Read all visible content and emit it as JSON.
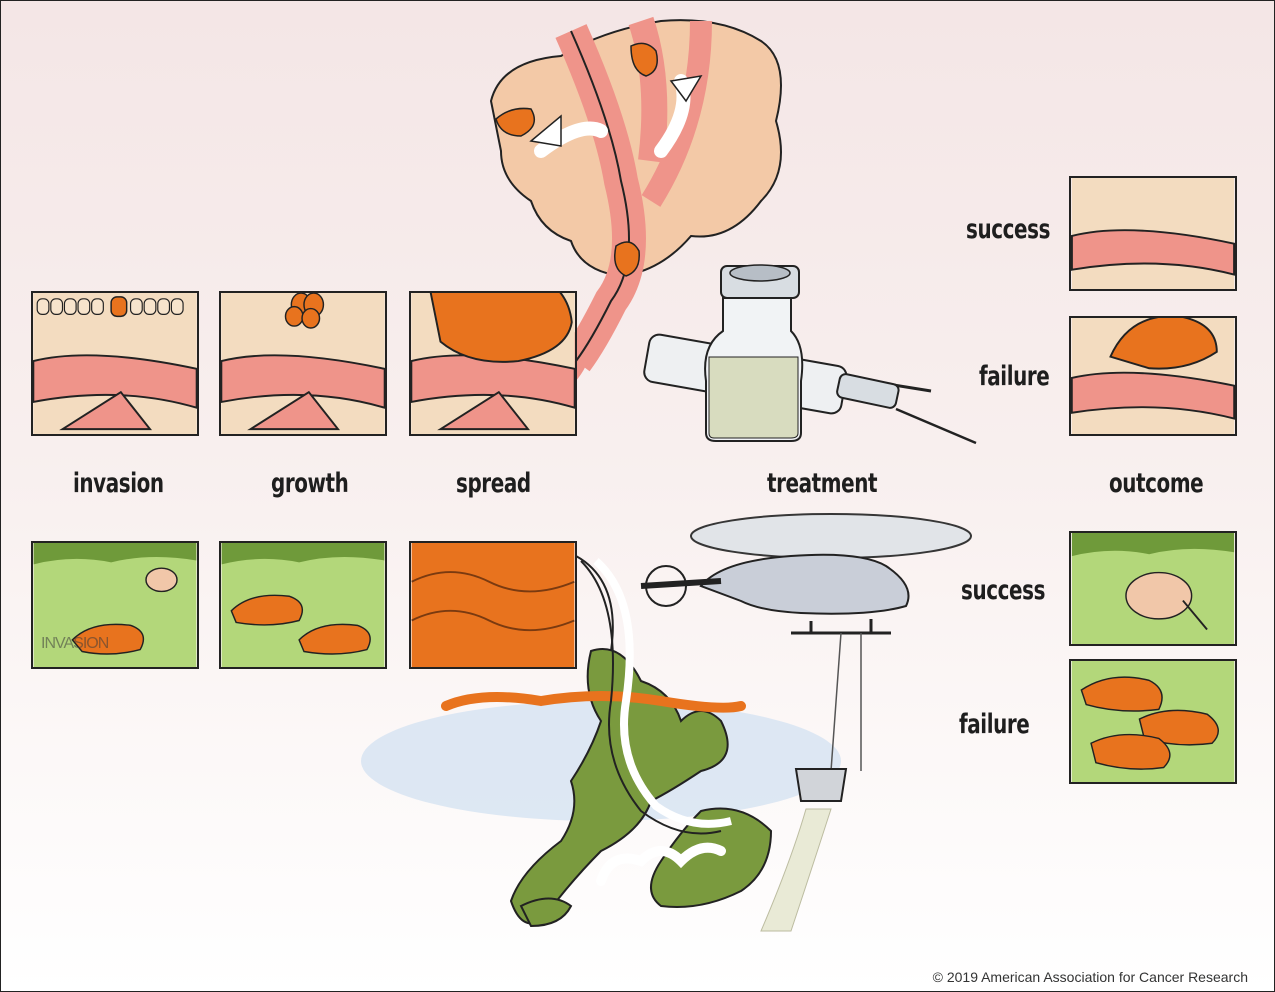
{
  "stages": {
    "invasion": "invasion",
    "growth": "growth",
    "spread": "spread",
    "treatment": "treatment",
    "outcome": "outcome"
  },
  "outcomes_top": {
    "success": "success",
    "failure": "failure"
  },
  "outcomes_bottom": {
    "success": "success",
    "failure": "failure"
  },
  "panel_watermark": "INVASION",
  "copyright": "© 2019 American Association for Cancer Research",
  "colors": {
    "tumor": "#e8731e",
    "vessel": "#ef948a",
    "tissue": "#f2d7b8",
    "grass": "#a6d06a",
    "land": "#6b8e3a",
    "water": "#d7e4f2",
    "helicopter": "#c9ced8"
  }
}
